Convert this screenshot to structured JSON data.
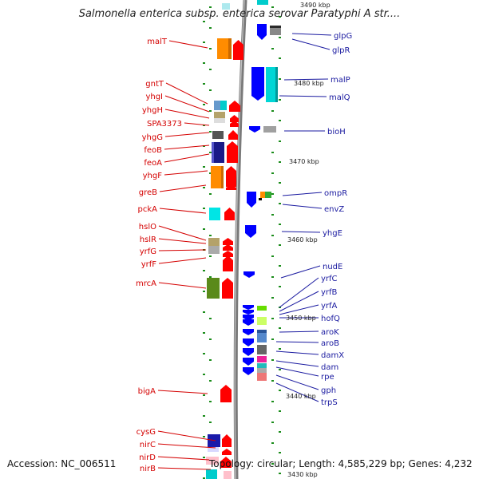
{
  "title": "Salmonella enterica subsp. enterica serovar Paratyphi A str....",
  "accession": "Accession: NC_006511",
  "topology": "Topology: circular; Length: 4,585,229 bp; Genes: 4,232",
  "colors": {
    "backbone": "#808080",
    "tick": "#1a8c1a",
    "left_label": "#d40000",
    "right_label": "#1a1aa0",
    "forward_gene": "#ff0000",
    "reverse_gene": "#0000ff"
  },
  "scale_labels": [
    "3490 kbp",
    "3480 kbp",
    "3470 kbp",
    "3460 kbp",
    "3450 kbp",
    "3440 kbp",
    "3430 kbp"
  ],
  "left_genes": [
    "malT",
    "gntT",
    "yhgI",
    "yhgH",
    "SPA3373",
    "yhgG",
    "feoB",
    "feoA",
    "yhgF",
    "greB",
    "pckA",
    "hslO",
    "hslR",
    "yrfG",
    "yrfF",
    "mrcA",
    "bigA",
    "cysG",
    "nirC",
    "nirD",
    "nirB"
  ],
  "right_genes": [
    "glpG",
    "glpR",
    "malP",
    "malQ",
    "bioH",
    "ompR",
    "envZ",
    "yhgE",
    "nudE",
    "yrfC",
    "yrfB",
    "yrfA",
    "hofQ",
    "aroK",
    "aroB",
    "damX",
    "dam",
    "rpe",
    "gph",
    "trpS"
  ]
}
